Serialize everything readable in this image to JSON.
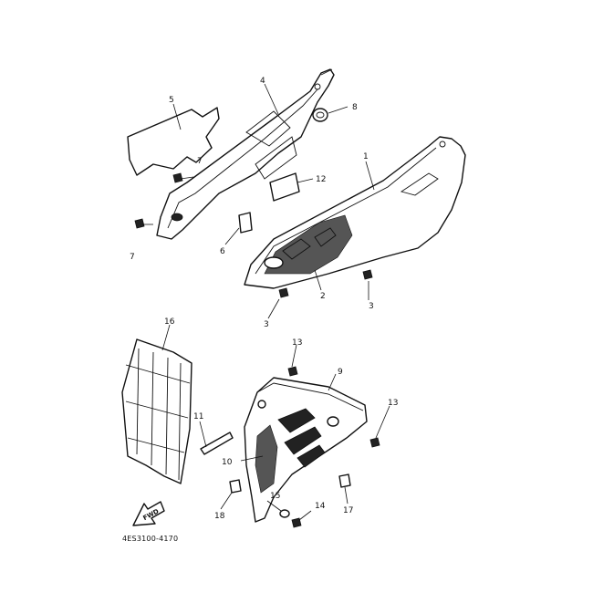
{
  "diagram": {
    "part_numbers": [
      "1",
      "2",
      "3",
      "3",
      "4",
      "5",
      "6",
      "7",
      "7",
      "8",
      "9",
      "10",
      "11",
      "12",
      "13",
      "13",
      "14",
      "15",
      "16",
      "17",
      "18"
    ],
    "fwd_arrow_text": "FWD",
    "drawing_code": "4ES3100-4170",
    "colors": {
      "line": "#111111",
      "background": "#ffffff"
    }
  }
}
